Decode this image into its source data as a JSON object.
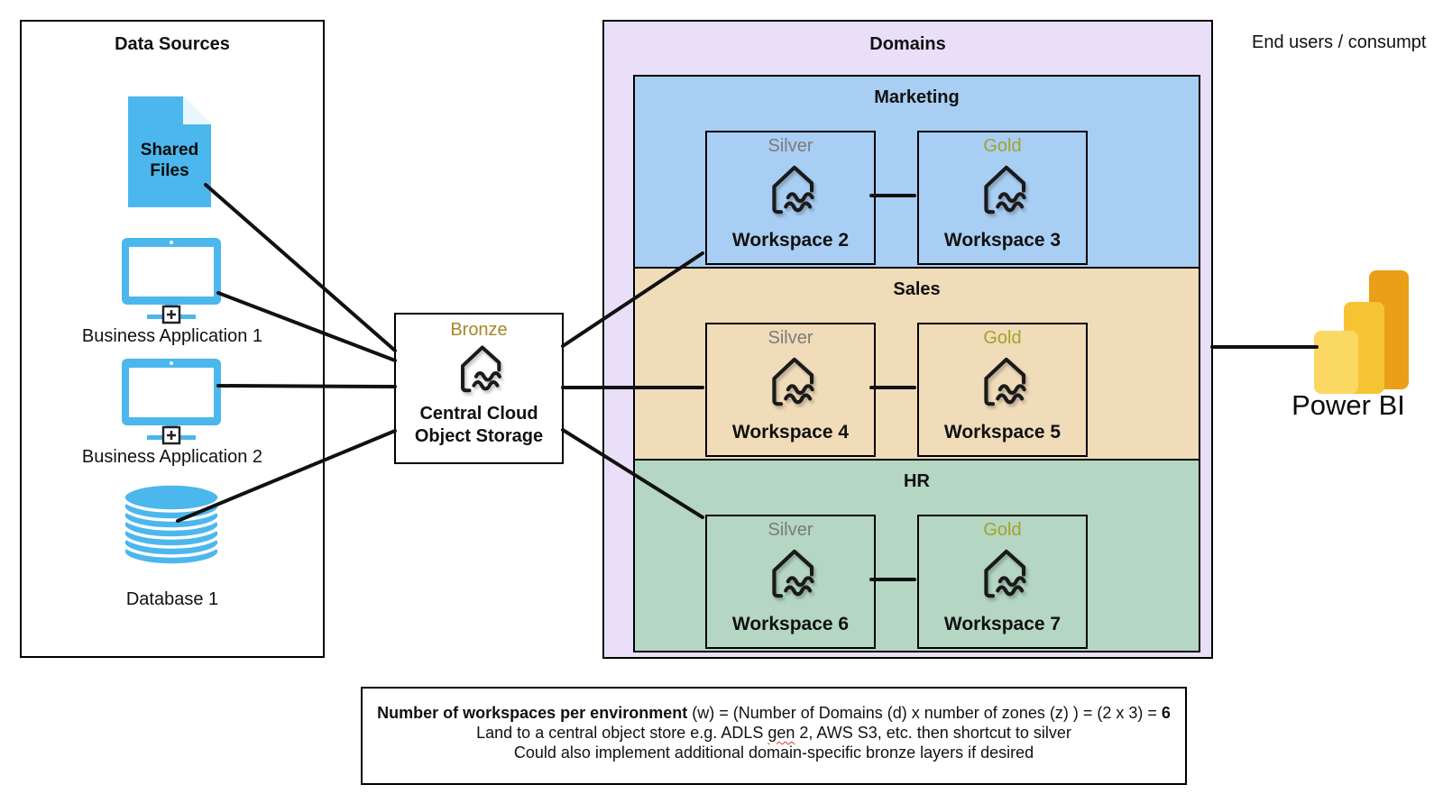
{
  "colors": {
    "icon_blue": "#4CB7ED",
    "domains_bg": "#E9DFF8",
    "marketing_bg": "#A9CEF3",
    "sales_bg": "#F0DCB9",
    "hr_bg": "#B4D6C3",
    "bronze_text": "#A98723",
    "silver_text": "#7B7B7B",
    "gold_text": "#A2A32A",
    "connector_line": "#111111",
    "powerbi_light": "#FBD763",
    "powerbi_mid": "#F6C433",
    "powerbi_dark": "#EA9F16"
  },
  "data_sources": {
    "title": "Data Sources",
    "items": [
      {
        "label": "Shared Files",
        "icon": "document-icon"
      },
      {
        "label": "Business Application 1",
        "icon": "monitor-icon"
      },
      {
        "label": "Business Application 2",
        "icon": "monitor-icon"
      },
      {
        "label": "Database 1",
        "icon": "database-icon"
      }
    ]
  },
  "bronze_box": {
    "zone": "Bronze",
    "label": "Central Cloud Object Storage",
    "icon": "lakehouse-icon"
  },
  "domains": {
    "title": "Domains",
    "sections": [
      {
        "name": "Marketing",
        "workspaces": [
          {
            "zone": "Silver",
            "label": "Workspace 2",
            "icon": "lakehouse-icon"
          },
          {
            "zone": "Gold",
            "label": "Workspace 3",
            "icon": "lakehouse-icon"
          }
        ]
      },
      {
        "name": "Sales",
        "workspaces": [
          {
            "zone": "Silver",
            "label": "Workspace 4",
            "icon": "lakehouse-icon"
          },
          {
            "zone": "Gold",
            "label": "Workspace 5",
            "icon": "lakehouse-icon"
          }
        ]
      },
      {
        "name": "HR",
        "workspaces": [
          {
            "zone": "Silver",
            "label": "Workspace 6",
            "icon": "lakehouse-icon"
          },
          {
            "zone": "Gold",
            "label": "Workspace 7",
            "icon": "lakehouse-icon"
          }
        ]
      }
    ]
  },
  "consumption": {
    "heading": "End users / consumpt",
    "logo_label": "Power BI",
    "logo_icon": "power-bi-bars-icon"
  },
  "note": {
    "line1_bold": "Number of workspaces per environment",
    "line1_rest": " (w) = (Number of Domains (d) x number of zones (z) ) = (2 x 3) = ",
    "line1_result": "6",
    "line2_pre": "Land to a central object store e.g. ADLS ",
    "line2_misspelled": "gen",
    "line2_post": " 2, AWS S3, etc. then shortcut to silver",
    "line3": "Could also implement additional domain-specific bronze layers if desired"
  }
}
